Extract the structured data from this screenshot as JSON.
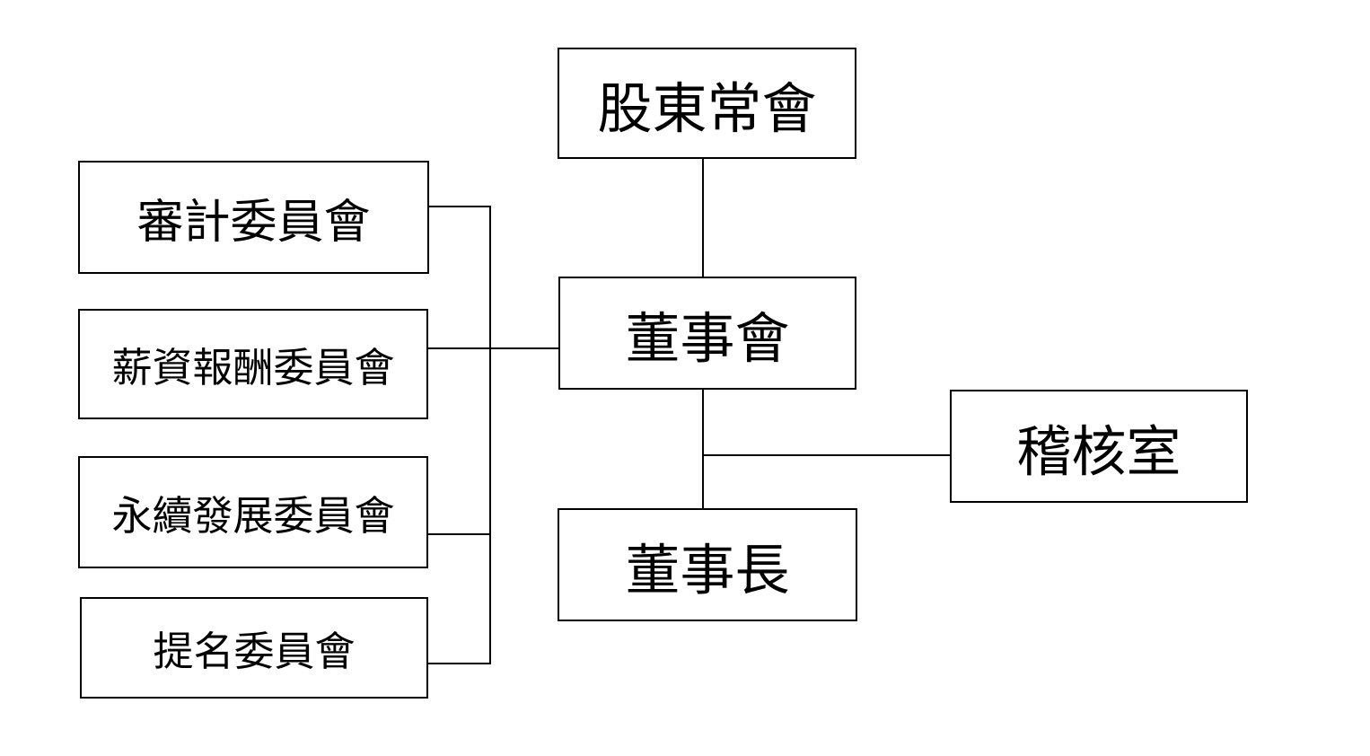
{
  "diagram": {
    "type": "org-chart",
    "nodes": [
      {
        "id": "shareholders-meeting",
        "label": "股東常會"
      },
      {
        "id": "board-of-directors",
        "label": "董事會"
      },
      {
        "id": "chairman",
        "label": "董事長"
      },
      {
        "id": "audit-office",
        "label": "稽核室"
      },
      {
        "id": "audit-committee",
        "label": "審計委員會"
      },
      {
        "id": "compensation-committee",
        "label": "薪資報酬委員會"
      },
      {
        "id": "sustainability-committee",
        "label": "永續發展委員會"
      },
      {
        "id": "nomination-committee",
        "label": "提名委員會"
      }
    ],
    "edges": [
      {
        "from": "shareholders-meeting",
        "to": "board-of-directors"
      },
      {
        "from": "board-of-directors",
        "to": "chairman"
      },
      {
        "from": "board-of-directors",
        "to": "audit-office"
      },
      {
        "from": "board-of-directors",
        "to": "audit-committee"
      },
      {
        "from": "board-of-directors",
        "to": "compensation-committee"
      },
      {
        "from": "board-of-directors",
        "to": "sustainability-committee"
      },
      {
        "from": "board-of-directors",
        "to": "nomination-committee"
      }
    ],
    "colors": {
      "background": "#ffffff",
      "box_fill": "#ffffff",
      "box_border": "#000000",
      "line": "#000000",
      "text": "#000000"
    }
  }
}
